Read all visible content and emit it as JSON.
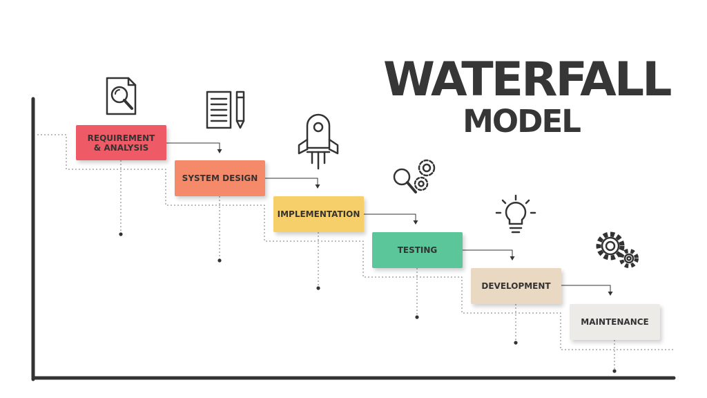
{
  "title": "WATERFALL",
  "subtitle": "MODEL",
  "colors": {
    "axis": "#333333",
    "text": "#363636",
    "connector": "#333333",
    "dotted": "#777777"
  },
  "stages": [
    {
      "label_line1": "REQUIREMENT",
      "label_line2": "& ANALYSIS",
      "color": "#EE5B66",
      "icon": "document-search-icon"
    },
    {
      "label_line1": "SYSTEM DESIGN",
      "label_line2": "",
      "color": "#F58A6B",
      "icon": "document-pencil-icon"
    },
    {
      "label_line1": "IMPLEMENTATION",
      "label_line2": "",
      "color": "#F6CF6A",
      "icon": "rocket-icon"
    },
    {
      "label_line1": "TESTING",
      "label_line2": "",
      "color": "#5BC69A",
      "icon": "magnifier-gears-icon"
    },
    {
      "label_line1": "DEVELOPMENT",
      "label_line2": "",
      "color": "#EAD9C2",
      "icon": "lightbulb-icon"
    },
    {
      "label_line1": "MAINTENANCE",
      "label_line2": "",
      "color": "#ECEBE8",
      "icon": "gears-icon"
    }
  ]
}
